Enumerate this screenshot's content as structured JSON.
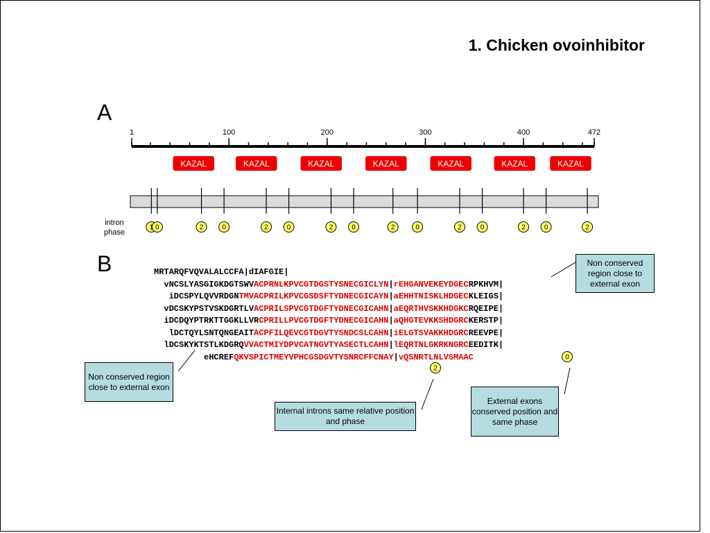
{
  "title": "1. Chicken ovoinhibitor",
  "panel_a_label": "A",
  "panel_b_label": "B",
  "ruler": {
    "min": 1,
    "max": 472,
    "minor_step": 20,
    "labels": [
      {
        "value": 1,
        "text": "1"
      },
      {
        "value": 100,
        "text": "100"
      },
      {
        "value": 200,
        "text": "200"
      },
      {
        "value": 300,
        "text": "300"
      },
      {
        "value": 400,
        "text": "400"
      },
      {
        "value": 472,
        "text": "472"
      }
    ]
  },
  "domains": [
    {
      "label": "KAZAL",
      "start": 43,
      "end": 85
    },
    {
      "label": "KAZAL",
      "start": 107,
      "end": 149
    },
    {
      "label": "KAZAL",
      "start": 173,
      "end": 215
    },
    {
      "label": "KAZAL",
      "start": 239,
      "end": 281
    },
    {
      "label": "KAZAL",
      "start": 305,
      "end": 347
    },
    {
      "label": "KAZAL",
      "start": 370,
      "end": 412
    },
    {
      "label": "KAZAL",
      "start": 427,
      "end": 469
    }
  ],
  "intron_label_line1": "intron",
  "intron_label_line2": "phase",
  "introns": [
    {
      "position": 21,
      "phase": "1"
    },
    {
      "position": 27,
      "phase": "0"
    },
    {
      "position": 72,
      "phase": "2"
    },
    {
      "position": 95,
      "phase": "0"
    },
    {
      "position": 138,
      "phase": "2"
    },
    {
      "position": 161,
      "phase": "0"
    },
    {
      "position": 204,
      "phase": "2"
    },
    {
      "position": 227,
      "phase": "0"
    },
    {
      "position": 267,
      "phase": "2"
    },
    {
      "position": 292,
      "phase": "0"
    },
    {
      "position": 335,
      "phase": "2"
    },
    {
      "position": 358,
      "phase": "0"
    },
    {
      "position": 400,
      "phase": "2"
    },
    {
      "position": 423,
      "phase": "0"
    },
    {
      "position": 465,
      "phase": "2"
    }
  ],
  "sequence_lines": [
    {
      "segments": [
        {
          "text": "MRTARQFVQVALALCCFA|dIAFGIE|",
          "red": false
        }
      ]
    },
    {
      "segments": [
        {
          "text": "  vNCSLYASGIGKDGTSWV",
          "red": false
        },
        {
          "text": "ACPRNLKPVCGTDGSTYSNECGICLYN",
          "red": true
        },
        {
          "text": "|",
          "red": false
        },
        {
          "text": "rEHGANVEKEYDGEC",
          "red": true
        },
        {
          "text": "RPKHVM|",
          "red": false
        }
      ]
    },
    {
      "segments": [
        {
          "text": "   iDCSPYLQVVRDGN",
          "red": false
        },
        {
          "text": "TMVACPRILKPVCGSDSFTYDNECGICAYN",
          "red": true
        },
        {
          "text": "|",
          "red": false
        },
        {
          "text": "aEHHTNISKLHDGEC",
          "red": true
        },
        {
          "text": "KLEIGS|",
          "red": false
        }
      ]
    },
    {
      "segments": [
        {
          "text": "  vDCSKYPSTVSKDGRTLV",
          "red": false
        },
        {
          "text": "ACPRILSPVCGTDGFTYDNECGICAHN",
          "red": true
        },
        {
          "text": "|",
          "red": false
        },
        {
          "text": "aEQRTHVSKKHDGKC",
          "red": true
        },
        {
          "text": "RQEIPE|",
          "red": false
        }
      ]
    },
    {
      "segments": [
        {
          "text": "  iDCDQYPTRKTTGGKLLVR",
          "red": false
        },
        {
          "text": "CPRILLPVCGTDGFTYDNECGICAHN",
          "red": true
        },
        {
          "text": "|",
          "red": false
        },
        {
          "text": "aQHGTEVKKSHDGRC",
          "red": true
        },
        {
          "text": "KERSTP|",
          "red": false
        }
      ]
    },
    {
      "segments": [
        {
          "text": "   lDCTQYLSNTQNGEAIT",
          "red": false
        },
        {
          "text": "ACPFILQEVCGTDGVTYSNDCSLCAHN",
          "red": true
        },
        {
          "text": "|",
          "red": false
        },
        {
          "text": "iELGTSVAKKHDGRC",
          "red": true
        },
        {
          "text": "REEVPE|",
          "red": false
        }
      ]
    },
    {
      "segments": [
        {
          "text": "  lDCSKYKTSTLKDGRQ",
          "red": false
        },
        {
          "text": "VVACTMIYDPVCATNGVTYASECTLCAHN",
          "red": true
        },
        {
          "text": "|",
          "red": false
        },
        {
          "text": "lEQRTNLGKRKNGRC",
          "red": true
        },
        {
          "text": "EEDITK|",
          "red": false
        }
      ]
    },
    {
      "segments": [
        {
          "text": "          eHCREF",
          "red": false
        },
        {
          "text": "QKVSPICTMEYVPHCGSDGVTYSNRCFFCNAY",
          "red": true
        },
        {
          "text": "|",
          "red": false
        },
        {
          "text": "vQSNRTLNLVSMAAC",
          "red": true
        }
      ]
    }
  ],
  "seq_phase_markers": [
    {
      "label": "2"
    },
    {
      "label": "0"
    }
  ],
  "callouts": {
    "top_right": "Non conserved region close to external exon",
    "left": "Non conserved region close to external exon",
    "internal": "Internal introns same relative position and phase",
    "external": "External exons conserved position and same phase"
  },
  "colors": {
    "kazal_fill": "#ee0000",
    "protein_bar_fill": "#dcdcdc",
    "phase_fill": "#ffff66",
    "callout_fill": "#b5dde0",
    "sequence_highlight": "#e00000"
  }
}
